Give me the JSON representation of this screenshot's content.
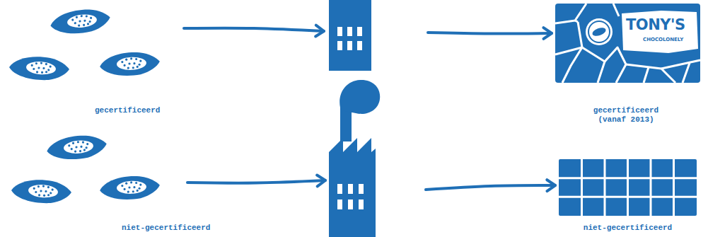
{
  "diagram": {
    "nodes": [
      {
        "text": [
          "gecertificeerd"
        ]
      },
      {
        "text": []
      },
      {
        "text": [
          "TONY'S",
          "CHOCOLONELY",
          "gecertificeerd (vanaf 2013)"
        ]
      },
      {
        "text": [
          "niet-gecertificeerd"
        ]
      },
      {
        "text": []
      },
      {
        "text": [
          "niet-gecertificeerd"
        ]
      }
    ],
    "edges": [
      {
        "from": 0,
        "to": 1,
        "arrow": "to"
      },
      {
        "from": 1,
        "to": 2,
        "arrow": "to"
      },
      {
        "from": 3,
        "to": 4,
        "arrow": "to"
      },
      {
        "from": 4,
        "to": 5,
        "arrow": "to"
      }
    ]
  }
}
